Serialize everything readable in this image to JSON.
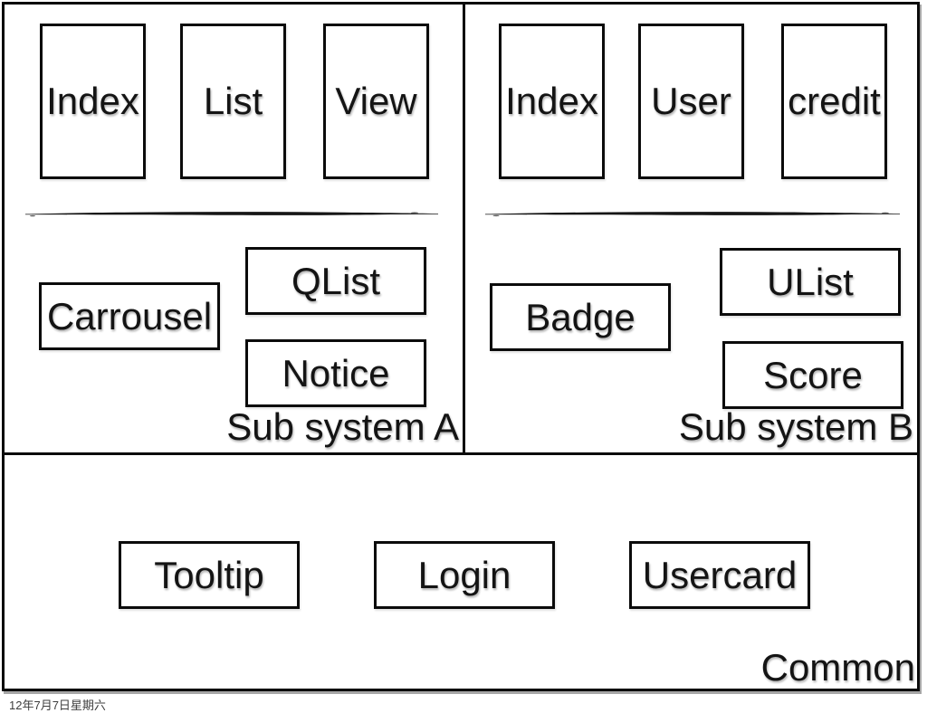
{
  "sections": {
    "a": {
      "label": "Sub system A",
      "top_boxes": [
        "Index",
        "List",
        "View"
      ],
      "bottom_boxes": [
        "Carrousel",
        "QList",
        "Notice"
      ]
    },
    "b": {
      "label": "Sub system B",
      "top_boxes": [
        "Index",
        "User",
        "credit"
      ],
      "bottom_boxes": [
        "Badge",
        "UList",
        "Score"
      ]
    },
    "common": {
      "label": "Common",
      "boxes": [
        "Tooltip",
        "Login",
        "Usercard"
      ]
    }
  },
  "footer": {
    "date": "12年7月7日星期六"
  },
  "colors": {
    "line": "#0b0b0b",
    "background": "#ffffff",
    "text": "#141414",
    "date_text": "#3d3d3d"
  }
}
